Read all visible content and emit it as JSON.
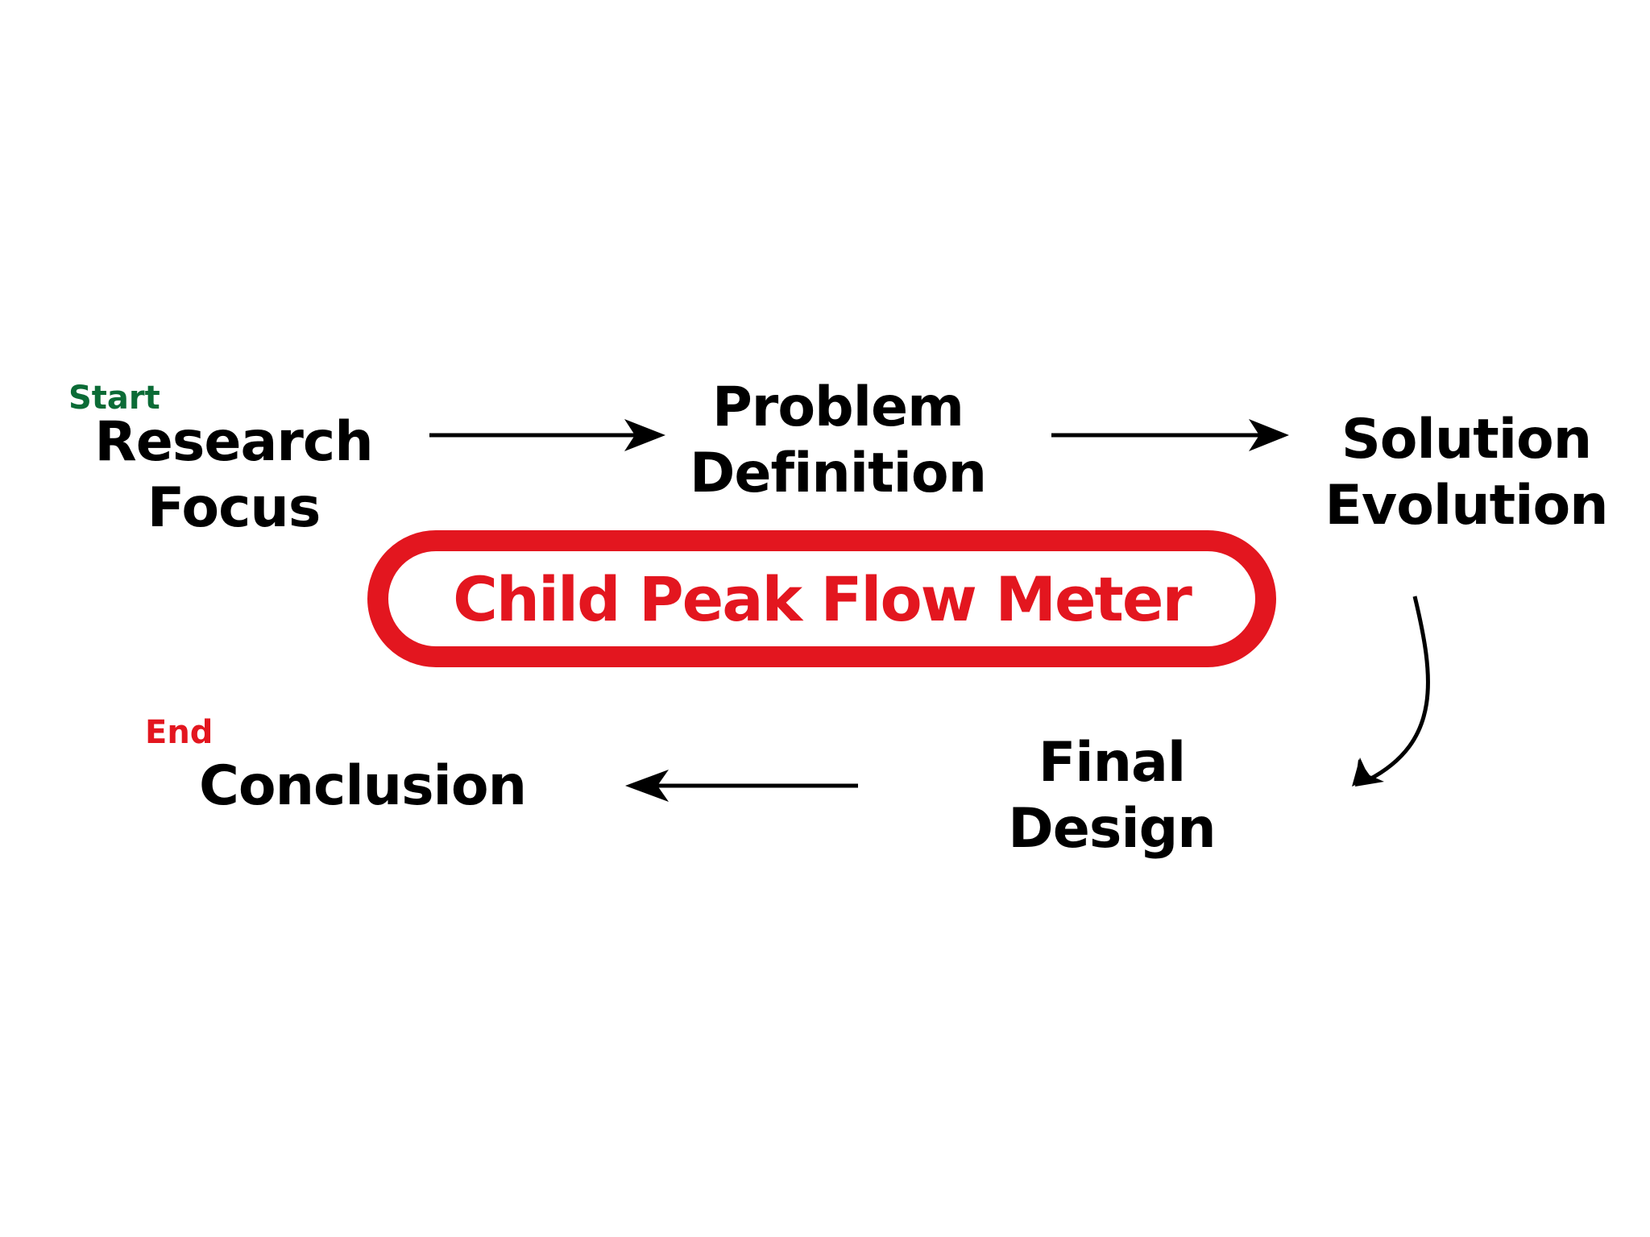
{
  "diagram": {
    "start_label": "Start",
    "end_label": "End",
    "center_title": "Child Peak Flow Meter",
    "nodes": {
      "research": {
        "line1": "Research",
        "line2": "Focus"
      },
      "problem": {
        "line1": "Problem",
        "line2": "Definition"
      },
      "solution": {
        "line1": "Solution",
        "line2": "Evolution"
      },
      "final": {
        "line1": "Final",
        "line2": "Design"
      },
      "conclusion": {
        "line1": "Conclusion"
      }
    },
    "colors": {
      "start": "#0b6b36",
      "end": "#e3161f",
      "accent": "#e3161f",
      "text": "#000000"
    }
  }
}
